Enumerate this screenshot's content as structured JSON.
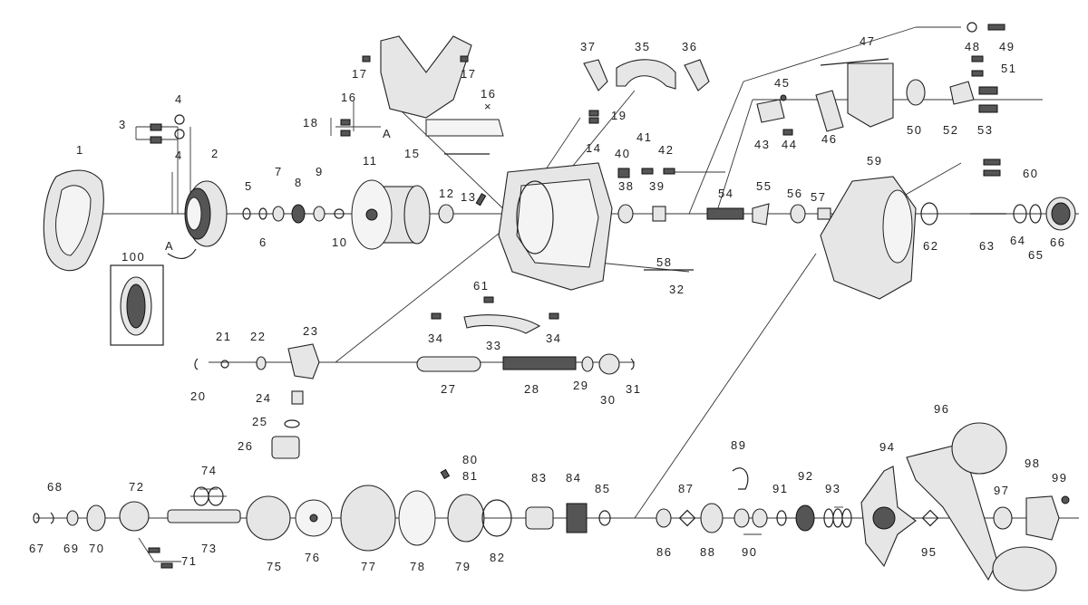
{
  "diagram": {
    "parts": [
      "1",
      "2",
      "3",
      "4",
      "5",
      "6",
      "7",
      "8",
      "9",
      "10",
      "11",
      "12",
      "13",
      "14",
      "15",
      "16",
      "17",
      "18",
      "19",
      "20",
      "21",
      "22",
      "23",
      "24",
      "25",
      "26",
      "27",
      "28",
      "29",
      "30",
      "31",
      "32",
      "33",
      "34",
      "35",
      "36",
      "37",
      "38",
      "39",
      "40",
      "41",
      "42",
      "43",
      "44",
      "45",
      "46",
      "47",
      "48",
      "49",
      "50",
      "51",
      "52",
      "53",
      "54",
      "55",
      "56",
      "57",
      "58",
      "59",
      "60",
      "61",
      "62",
      "63",
      "64",
      "65",
      "66",
      "67",
      "68",
      "69",
      "70",
      "71",
      "72",
      "73",
      "74",
      "75",
      "76",
      "77",
      "78",
      "79",
      "80",
      "81",
      "82",
      "83",
      "84",
      "85",
      "86",
      "87",
      "88",
      "89",
      "90",
      "91",
      "92",
      "93",
      "94",
      "95",
      "96",
      "97",
      "98",
      "99",
      "100"
    ],
    "markers": {
      "a1": "A",
      "a2": "A",
      "star": "×"
    }
  }
}
